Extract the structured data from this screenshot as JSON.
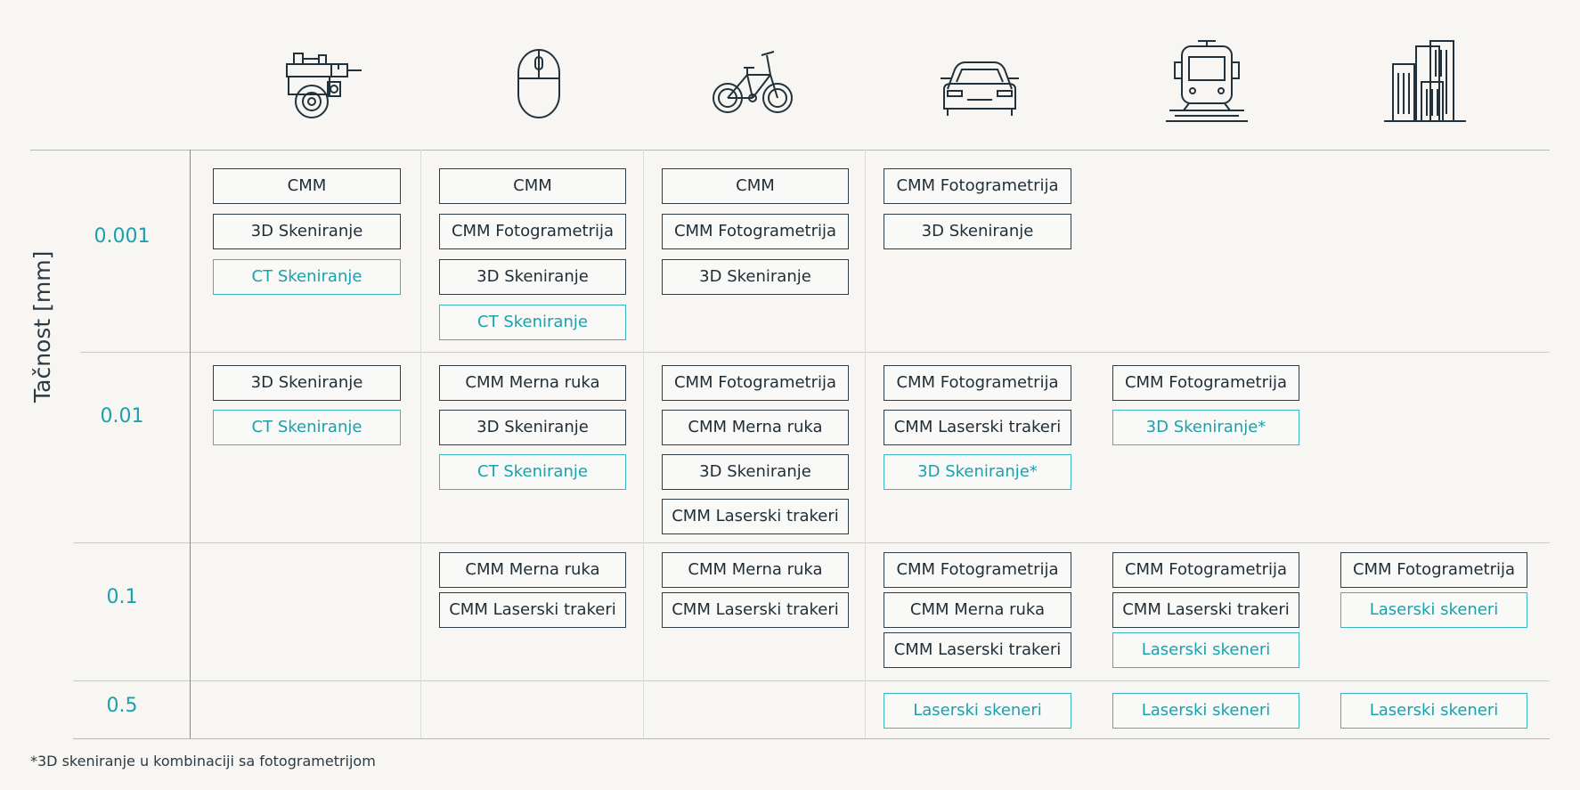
{
  "y_axis_label": "Tačnost [mm]",
  "rows": [
    "0.001",
    "0.01",
    "0.1",
    "0.5"
  ],
  "columns": [
    {
      "icon": "caliper-gear-icon"
    },
    {
      "icon": "computer-mouse-icon"
    },
    {
      "icon": "bicycle-icon"
    },
    {
      "icon": "car-icon"
    },
    {
      "icon": "train-icon"
    },
    {
      "icon": "buildings-icon"
    }
  ],
  "cells": {
    "c0_r0": [
      {
        "label": "CMM",
        "style": "dark"
      },
      {
        "label": "3D Skeniranje",
        "style": "dark"
      },
      {
        "label": "CT Skeniranje",
        "style": "teal"
      }
    ],
    "c1_r0": [
      {
        "label": "CMM",
        "style": "dark"
      },
      {
        "label": "CMM Fotogrametrija",
        "style": "dark"
      },
      {
        "label": "3D Skeniranje",
        "style": "dark"
      },
      {
        "label": "CT Skeniranje",
        "style": "teal"
      }
    ],
    "c2_r0": [
      {
        "label": "CMM",
        "style": "dark"
      },
      {
        "label": "CMM Fotogrametrija",
        "style": "dark"
      },
      {
        "label": "3D Skeniranje",
        "style": "dark"
      }
    ],
    "c3_r0": [
      {
        "label": "CMM Fotogrametrija",
        "style": "dark"
      },
      {
        "label": "3D Skeniranje",
        "style": "dark"
      }
    ],
    "c0_r1": [
      {
        "label": "3D Skeniranje",
        "style": "dark"
      },
      {
        "label": "CT Skeniranje",
        "style": "teal"
      }
    ],
    "c1_r1": [
      {
        "label": "CMM Merna ruka",
        "style": "dark"
      },
      {
        "label": "3D Skeniranje",
        "style": "dark"
      },
      {
        "label": "CT Skeniranje",
        "style": "teal"
      }
    ],
    "c2_r1": [
      {
        "label": "CMM Fotogrametrija",
        "style": "dark"
      },
      {
        "label": "CMM Merna ruka",
        "style": "dark"
      },
      {
        "label": "3D Skeniranje",
        "style": "dark"
      },
      {
        "label": "CMM Laserski trakeri",
        "style": "dark"
      }
    ],
    "c3_r1": [
      {
        "label": "CMM Fotogrametrija",
        "style": "dark"
      },
      {
        "label": "CMM Laserski trakeri",
        "style": "dark"
      },
      {
        "label": "3D Skeniranje*",
        "style": "teal"
      }
    ],
    "c4_r1": [
      {
        "label": "CMM Fotogrametrija",
        "style": "dark"
      },
      {
        "label": "3D Skeniranje*",
        "style": "teal"
      }
    ],
    "c1_r2": [
      {
        "label": "CMM Merna ruka",
        "style": "dark"
      },
      {
        "label": "CMM Laserski trakeri",
        "style": "dark"
      }
    ],
    "c2_r2": [
      {
        "label": "CMM Merna ruka",
        "style": "dark"
      },
      {
        "label": "CMM Laserski trakeri",
        "style": "dark"
      }
    ],
    "c3_r2": [
      {
        "label": "CMM Fotogrametrija",
        "style": "dark"
      },
      {
        "label": "CMM Merna ruka",
        "style": "dark"
      },
      {
        "label": "CMM Laserski trakeri",
        "style": "dark"
      }
    ],
    "c4_r2": [
      {
        "label": "CMM Fotogrametrija",
        "style": "dark"
      },
      {
        "label": "CMM Laserski trakeri",
        "style": "dark"
      },
      {
        "label": "Laserski skeneri",
        "style": "teal"
      }
    ],
    "c5_r2": [
      {
        "label": "CMM Fotogrametrija",
        "style": "dark"
      },
      {
        "label": "Laserski skeneri",
        "style": "teal"
      }
    ],
    "c3_r3": [
      {
        "label": "Laserski skeneri",
        "style": "teal"
      }
    ],
    "c4_r3": [
      {
        "label": "Laserski skeneri",
        "style": "teal"
      }
    ],
    "c5_r3": [
      {
        "label": "Laserski skeneri",
        "style": "teal"
      }
    ]
  },
  "footnote": "*3D skeniranje u kombinaciji sa fotogrametrijom",
  "colors": {
    "dark_border": "#2e3e48",
    "teal": "#1aa1ad",
    "background": "#f7f6f3"
  }
}
